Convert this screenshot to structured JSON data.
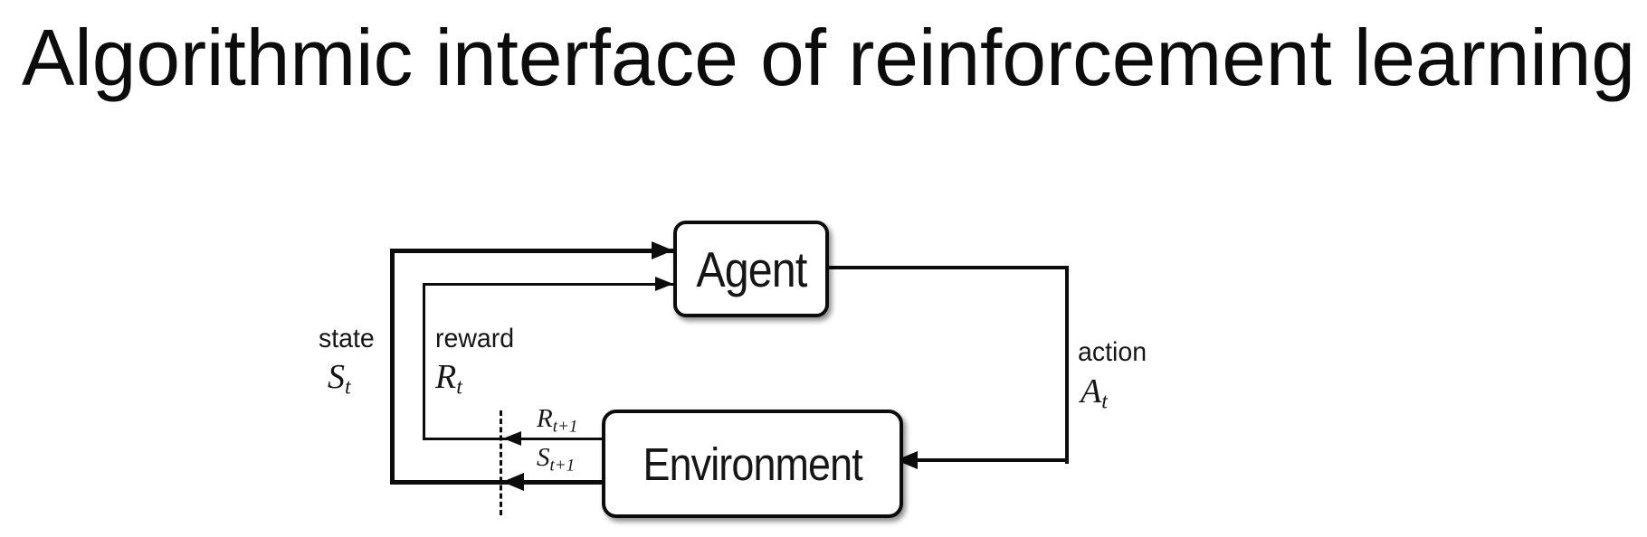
{
  "title": "Algorithmic interface of reinforcement learning",
  "diagram": {
    "agent": {
      "label": "Agent"
    },
    "environment": {
      "label": "Environment"
    },
    "signals": {
      "state": {
        "word": "state",
        "symbol": "S",
        "sub": "t"
      },
      "reward": {
        "word": "reward",
        "symbol": "R",
        "sub": "t"
      },
      "action": {
        "word": "action",
        "symbol": "A",
        "sub": "t"
      },
      "next_reward": {
        "symbol": "R",
        "sub": "t+1"
      },
      "next_state": {
        "symbol": "S",
        "sub": "t+1"
      }
    }
  },
  "colors": {
    "background": "#ffffff",
    "ink": "#0c0c0c"
  }
}
